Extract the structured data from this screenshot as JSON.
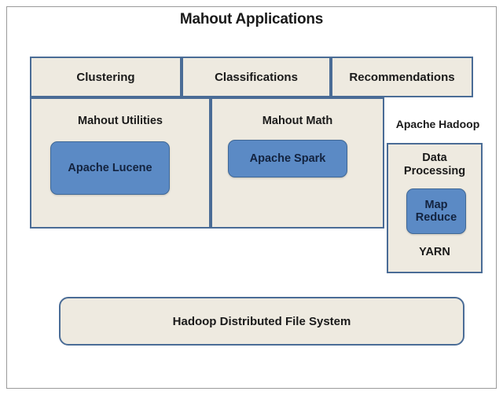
{
  "diagram": {
    "title": "Mahout Applications",
    "colors": {
      "panel_fill": "#EEEAE0",
      "panel_border": "#4A6C96",
      "component_fill": "#5B8AC5",
      "component_border": "#3F6896",
      "frame_border": "#9A9A9A",
      "text": "#1A1A1A",
      "background": "#FFFFFF"
    },
    "top_row": [
      {
        "label": "Clustering"
      },
      {
        "label": "Classifications"
      },
      {
        "label": "Recommendations"
      }
    ],
    "middle_row": {
      "mahout_utilities": {
        "label": "Mahout Utilities",
        "component": "Apache Lucene"
      },
      "mahout_math": {
        "label": "Mahout  Math",
        "component": "Apache Spark"
      },
      "apache_hadoop": {
        "label": "Apache Hadoop",
        "data_processing": {
          "label": "Data\nProcessing",
          "label_line1": "Data",
          "label_line2": "Processing",
          "component_line1": "Map",
          "component_line2": "Reduce",
          "component": "Map Reduce",
          "resource_manager": "YARN"
        }
      }
    },
    "bottom_row": {
      "label": "Hadoop Distributed File System"
    }
  }
}
